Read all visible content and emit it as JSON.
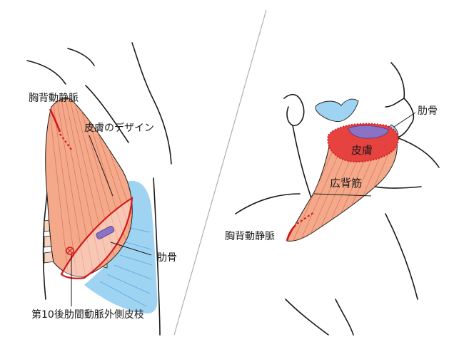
{
  "left_panel": {
    "labels": {
      "thoracodorsal_vessels": "胸背動静脈",
      "skin_design": "皮膚のデザイン",
      "rib": "肋骨",
      "intercostal_branch": "第10後肋間動脈外側皮枝"
    }
  },
  "right_panel": {
    "labels": {
      "rib": "肋骨",
      "skin": "皮膚",
      "latissimus_dorsi": "広背筋",
      "thoracodorsal_vessels": "胸背動静脈"
    }
  },
  "colors": {
    "muscle": "#f4a98a",
    "muscle_lines": "#d8735a",
    "skin_paddle": "#e6423f",
    "flap_outline": "#d4181c",
    "bone_blue": "#9fd3f2",
    "rib_purple": "#8a73c4"
  }
}
